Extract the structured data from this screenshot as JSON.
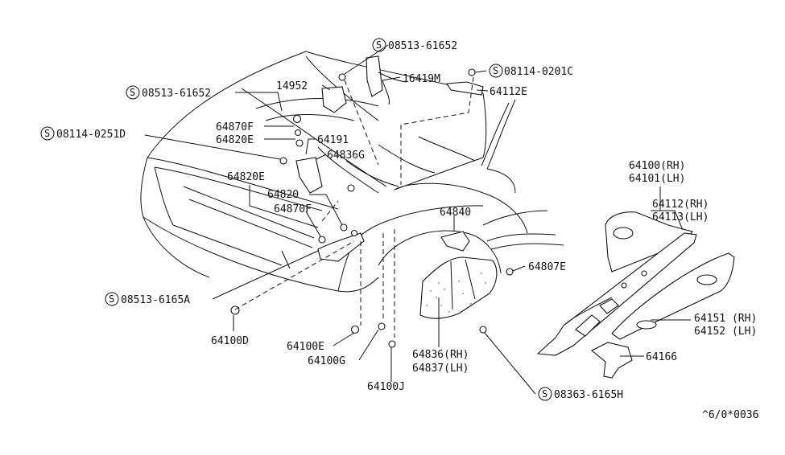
{
  "colors": {
    "ink": "#111111",
    "background": "#ffffff"
  },
  "screw_symbol": "S",
  "labels": {
    "c08513_61652_top": "08513-61652",
    "c16419M": "16419M",
    "c08114_0201C": "08114-0201C",
    "c14952": "14952",
    "c08513_61652_left": "08513-61652",
    "c64112E": "64112E",
    "c64870F_top": "64870F",
    "c64820E_top": "64820E",
    "c64191": "64191",
    "c08114_0251D": "08114-0251D",
    "c64836G": "64836G",
    "c64820E_mid": "64820E",
    "c64820": "64820",
    "c64870F_mid": "64870F",
    "c64840": "64840",
    "c64807E": "64807E",
    "c08513_6165A": "08513-6165A",
    "c64100D": "64100D",
    "c64100E": "64100E",
    "c64100G": "64100G",
    "c64100J": "64100J",
    "c64836RH": "64836(RH)",
    "c64837LH": "64837(LH)",
    "c08363_6165H": "08363-6165H",
    "c64100RH": "64100(RH)",
    "c64101LH": "64101(LH)",
    "c64112RH": "64112(RH)",
    "c64113LH": "64113(LH)",
    "c64151RH": "64151 (RH)",
    "c64152LH": "64152 (LH)",
    "c64166": "64166",
    "ref_code": "^6/0*0036"
  }
}
